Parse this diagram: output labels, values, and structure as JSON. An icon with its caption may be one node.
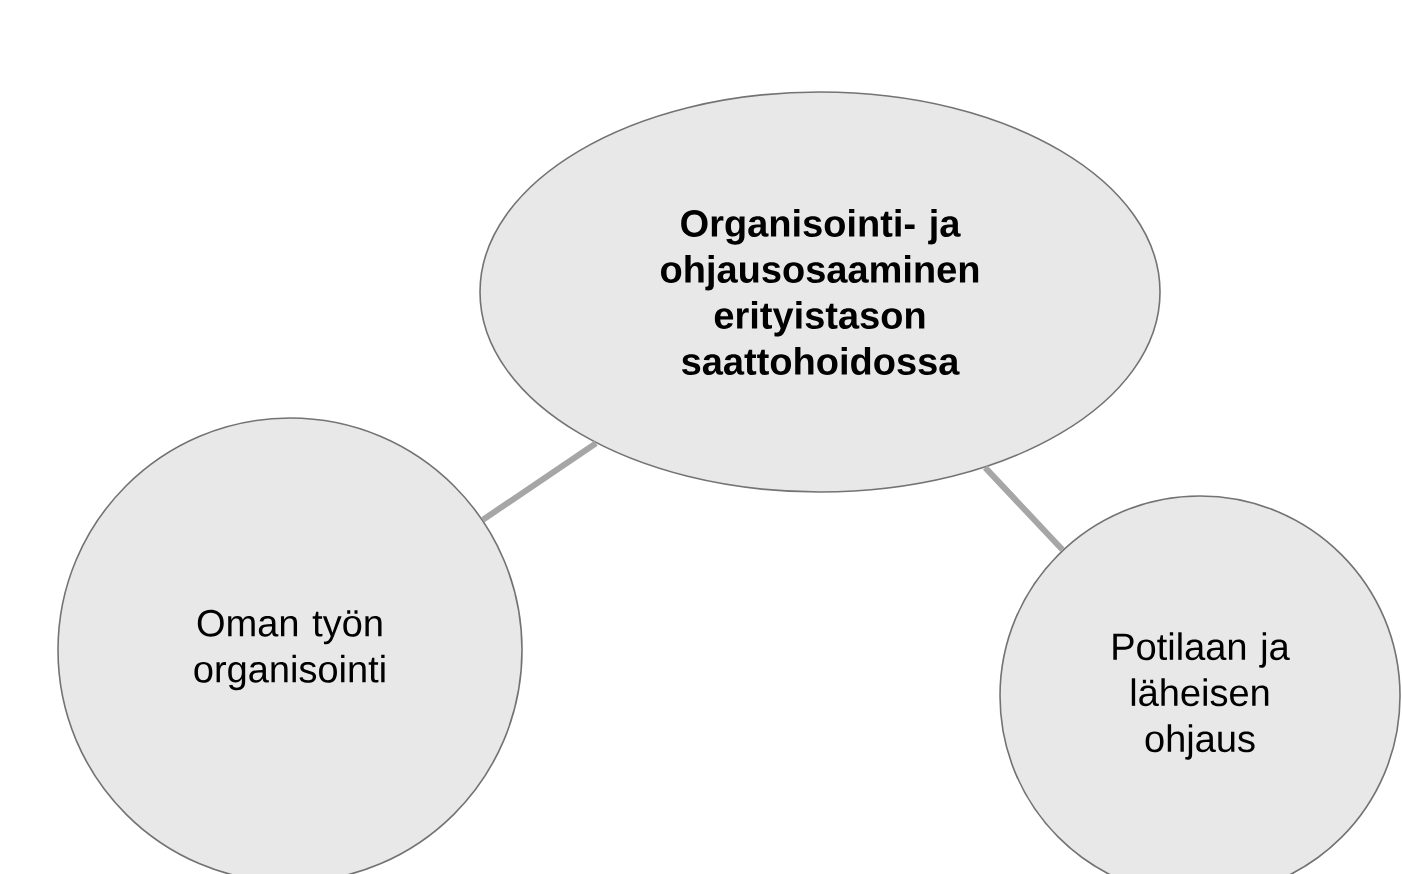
{
  "diagram": {
    "nodes": [
      {
        "text": [
          "Organisointi- ja ohjausosaaminen erityistason saattohoidossa"
        ]
      },
      {
        "text": [
          "Oman työn organisointi"
        ]
      },
      {
        "text": [
          "Potilaan ja läheisen ohjaus"
        ]
      }
    ],
    "edges": [
      {
        "from": 0,
        "to": 1,
        "arrow": "none"
      },
      {
        "from": 0,
        "to": 2,
        "arrow": "none"
      }
    ]
  }
}
